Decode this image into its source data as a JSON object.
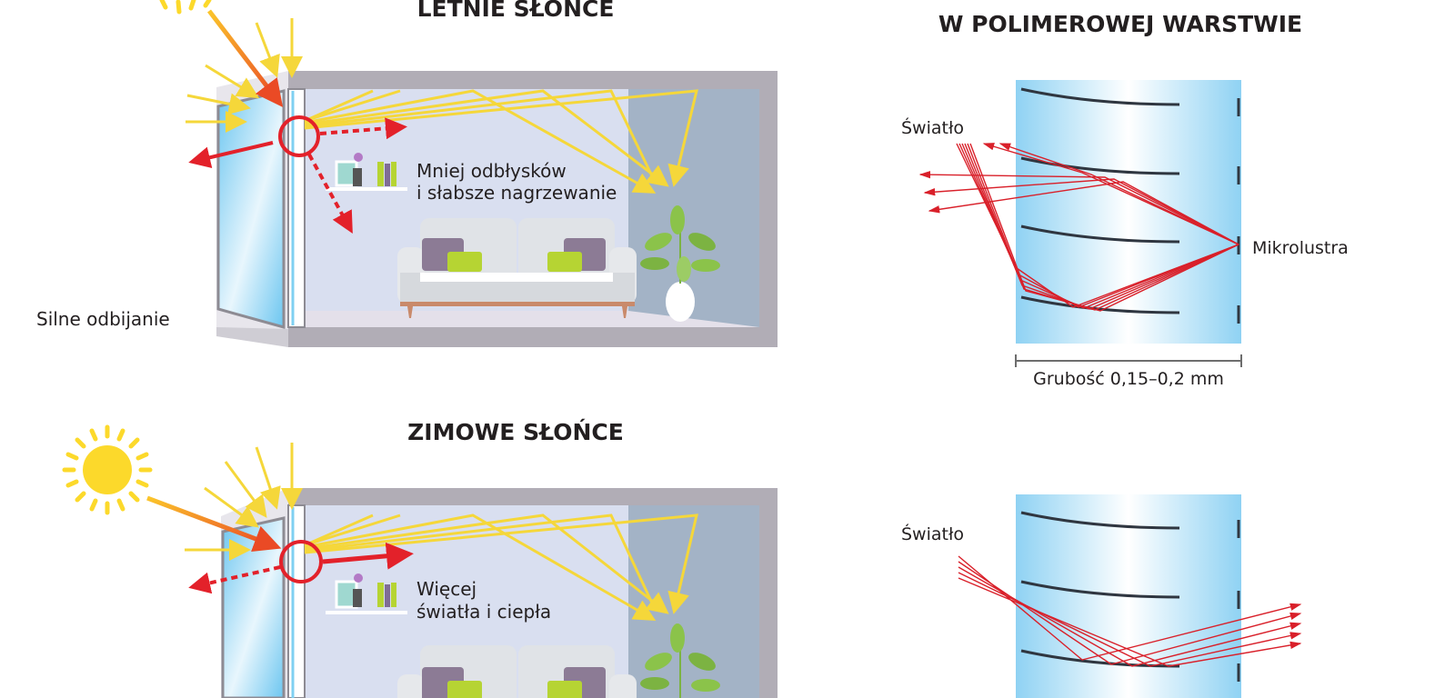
{
  "summer": {
    "title": "LETNIE SŁOŃCE",
    "caption_line1": "Mniej odbłysków",
    "caption_line2": "i słabsze nagrzewanie",
    "outside_label": "Silne odbijanie"
  },
  "winter": {
    "title": "ZIMOWE SŁOŃCE",
    "caption_line1": "Więcej",
    "caption_line2": "światła i ciepła"
  },
  "micro": {
    "title_line2": "W POLIMEROWEJ WARSTWIE",
    "light_label_top": "Światło",
    "light_label_bottom": "Światło",
    "mirror_label": "Mikrolustra",
    "thickness_label": "Grubość 0,15–0,2 mm"
  },
  "colors": {
    "sun": "#fcd92b",
    "ray": "#f5d73a",
    "red": "#e3212a",
    "wall": "#d9dff0",
    "wall_dark": "#a3b3c6",
    "frame": "#b1adb6",
    "glass": "#7fd0f2",
    "micro_line": "#2f3640",
    "micro_ray": "#d9202a"
  }
}
